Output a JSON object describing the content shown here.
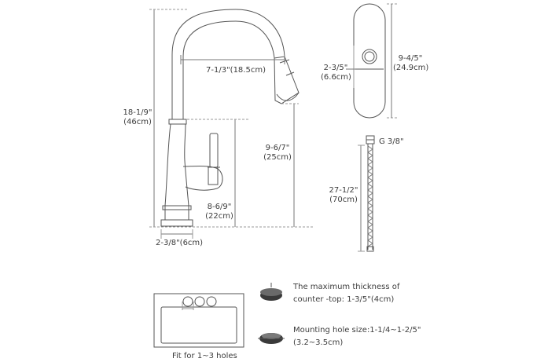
{
  "faucet": {
    "total_height": [
      "18-1/9\"",
      "(46cm)"
    ],
    "reach": "7-1/3\"(18.5cm)",
    "spout_height": [
      "9-6/7\"",
      "(25cm)"
    ],
    "handle_height": [
      "8-6/9\"",
      "(22cm)"
    ],
    "base_diameter": "2-3/8\"(6cm)"
  },
  "deck_plate": {
    "width": [
      "2-3/5\"",
      "(6.6cm)"
    ],
    "length": [
      "9-4/5\"",
      "(24.9cm)"
    ]
  },
  "hose": {
    "thread": "G 3/8\"",
    "length": [
      "27-1/2\"",
      "(70cm)"
    ]
  },
  "sink": {
    "caption": "Fit for 1~3 holes"
  },
  "notes": {
    "counter_thickness": [
      "The maximum thickness of",
      "counter -top: 1-3/5\"(4cm)"
    ],
    "mounting_hole": [
      "Mounting hole size:1-1/4~1-2/5\"",
      "(3.2~3.5cm)"
    ]
  }
}
